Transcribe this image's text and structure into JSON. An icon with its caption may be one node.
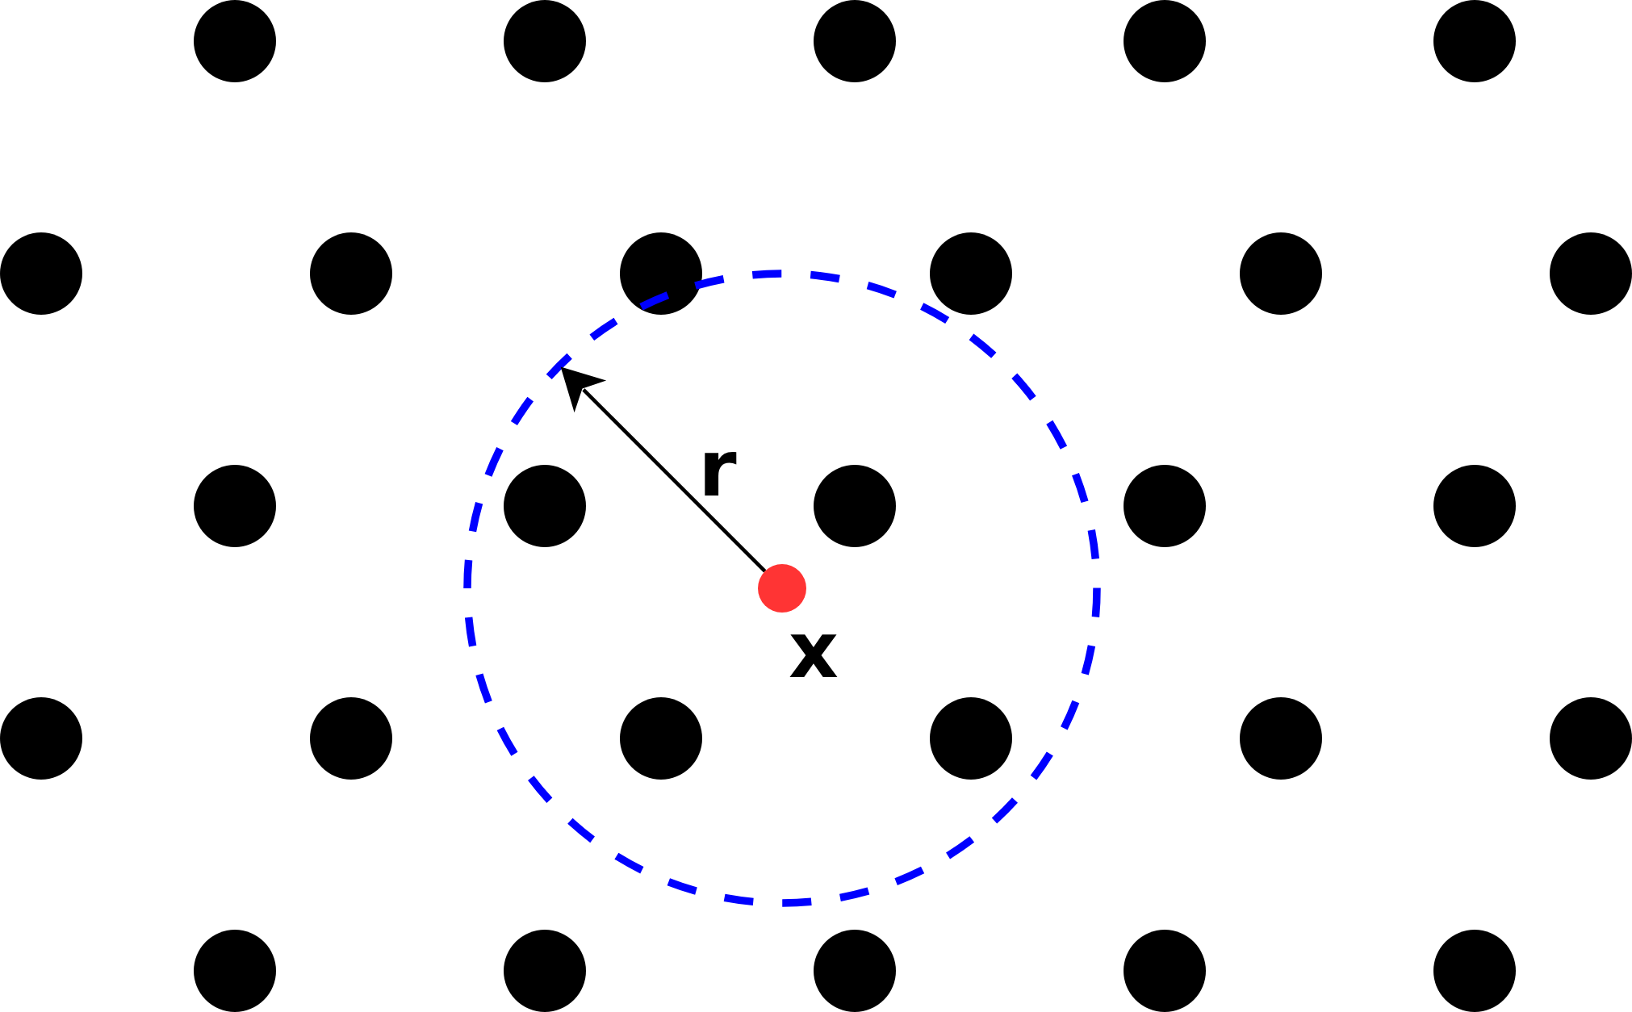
{
  "diagram": {
    "nodes": [
      {
        "text": [],
        "shape": "circle"
      },
      {
        "text": [],
        "shape": "circle"
      },
      {
        "text": [],
        "shape": "circle"
      },
      {
        "text": [],
        "shape": "circle"
      },
      {
        "text": [],
        "shape": "circle"
      },
      {
        "text": [],
        "shape": "circle"
      },
      {
        "text": [],
        "shape": "circle"
      },
      {
        "text": [],
        "shape": "circle"
      },
      {
        "text": [],
        "shape": "circle"
      },
      {
        "text": [],
        "shape": "circle"
      },
      {
        "text": [],
        "shape": "circle"
      },
      {
        "text": [],
        "shape": "circle"
      },
      {
        "text": [],
        "shape": "circle"
      },
      {
        "text": [],
        "shape": "circle"
      },
      {
        "text": [],
        "shape": "circle"
      },
      {
        "text": [],
        "shape": "circle"
      },
      {
        "text": [],
        "shape": "circle",
        "beside": [
          "x"
        ]
      },
      {
        "text": [],
        "shape": "circle"
      },
      {
        "text": [],
        "shape": "circle"
      },
      {
        "text": [],
        "shape": "circle"
      },
      {
        "text": [],
        "shape": "circle"
      },
      {
        "text": [],
        "shape": "circle"
      },
      {
        "text": [],
        "shape": "circle"
      },
      {
        "text": [],
        "shape": "circle"
      },
      {
        "text": [],
        "shape": "circle"
      },
      {
        "text": [],
        "shape": "circle"
      },
      {
        "text": [],
        "shape": "circle"
      },
      {
        "text": [],
        "shape": "circle"
      }
    ],
    "labels": [
      "r"
    ]
  }
}
